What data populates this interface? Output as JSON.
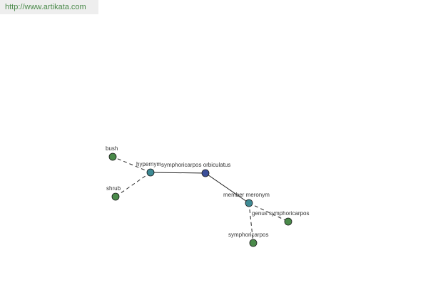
{
  "site": {
    "url": "http://www.artikata.com"
  },
  "graph": {
    "center": "symphoricarpos orbiculatus",
    "relations": [
      {
        "label": "hypernym",
        "color_note": "teal"
      },
      {
        "label": "member meronym",
        "color_note": "teal"
      }
    ],
    "nodes": [
      {
        "id": "orbiculatus",
        "label": "symphoricarpos orbiculatus",
        "kind": "center"
      },
      {
        "id": "hypernym",
        "label": "hypernym",
        "kind": "relation"
      },
      {
        "id": "member_meronym",
        "label": "member meronym",
        "kind": "relation"
      },
      {
        "id": "bush",
        "label": "bush",
        "kind": "leaf"
      },
      {
        "id": "shrub",
        "label": "shrub",
        "kind": "leaf"
      },
      {
        "id": "genus",
        "label": "genus symphoricarpos",
        "kind": "leaf"
      },
      {
        "id": "symphoricarpos",
        "label": "symphoricarpos",
        "kind": "leaf"
      }
    ],
    "edges": [
      {
        "from": "hypernym",
        "to": "orbiculatus",
        "style": "solid"
      },
      {
        "from": "orbiculatus",
        "to": "member_meronym",
        "style": "solid"
      },
      {
        "from": "hypernym",
        "to": "bush",
        "style": "dashed"
      },
      {
        "from": "hypernym",
        "to": "shrub",
        "style": "dashed"
      },
      {
        "from": "member_meronym",
        "to": "genus",
        "style": "dashed"
      },
      {
        "from": "member_meronym",
        "to": "symphoricarpos",
        "style": "dashed"
      }
    ],
    "colors": {
      "center": "#3c4f9a",
      "relation": "#3e8a94",
      "leaf": "#4a8a4a",
      "edge": "#222222",
      "url_text": "#4a8a4a",
      "banner_bg": "#eeeeee"
    }
  }
}
